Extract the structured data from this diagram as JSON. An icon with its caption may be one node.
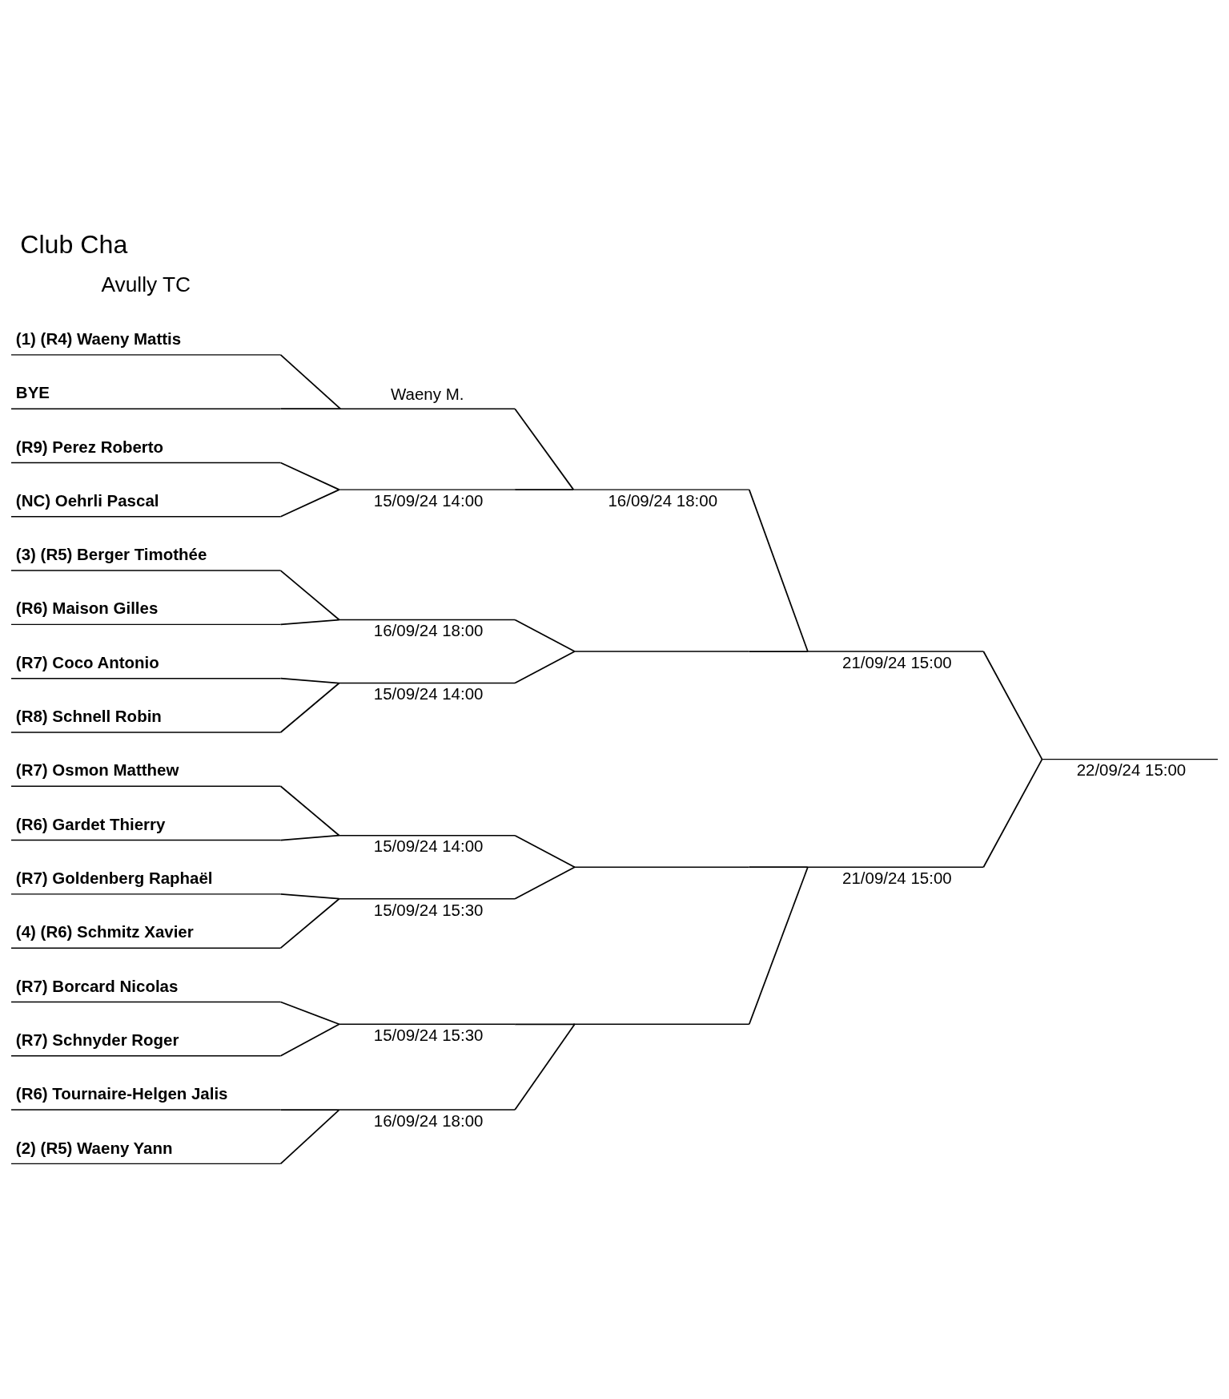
{
  "diagram": {
    "title": "Club Cha",
    "nodes": [
      {
        "text": [
          "(1) (R4) Waeny Mattis"
        ]
      },
      {
        "text": [
          "BYE"
        ]
      },
      {
        "text": [
          "(R9) Perez Roberto"
        ]
      },
      {
        "text": [
          "(NC) Oehrli Pascal"
        ]
      },
      {
        "text": [
          "(3) (R5) Berger Timothée"
        ]
      },
      {
        "text": [
          "(R6) Maison Gilles"
        ]
      },
      {
        "text": [
          "(R7) Coco Antonio"
        ]
      },
      {
        "text": [
          "(R8) Schnell Robin"
        ]
      },
      {
        "text": [
          "(R7) Osmon Matthew"
        ]
      },
      {
        "text": [
          "(R6) Gardet Thierry"
        ]
      },
      {
        "text": [
          "(R7) Goldenberg Raphaël"
        ]
      },
      {
        "text": [
          "(4) (R6) Schmitz Xavier"
        ]
      },
      {
        "text": [
          "(R7) Borcard Nicolas"
        ]
      },
      {
        "text": [
          "(R7) Schnyder Roger"
        ]
      },
      {
        "text": [
          "(R6) Tournaire-Helgen Jalis"
        ]
      },
      {
        "text": [
          "(2) (R5) Waeny Yann"
        ]
      },
      {
        "text": [
          "Waeny M."
        ]
      },
      {
        "text": [
          "15/09/24 14:00"
        ]
      },
      {
        "text": [
          "16/09/24 18:00"
        ]
      },
      {
        "text": [
          "15/09/24 14:00"
        ]
      },
      {
        "text": [
          "15/09/24 14:00"
        ]
      },
      {
        "text": [
          "15/09/24 15:30"
        ]
      },
      {
        "text": [
          "15/09/24 15:30"
        ]
      },
      {
        "text": [
          "16/09/24 18:00"
        ]
      },
      {
        "text": [
          "16/09/24 18:00"
        ]
      },
      {
        "text": [],
        "shape": "line"
      },
      {
        "text": [],
        "shape": "line"
      },
      {
        "text": [],
        "shape": "line"
      },
      {
        "text": [
          "21/09/24 15:00"
        ]
      },
      {
        "text": [
          "21/09/24 15:00"
        ]
      },
      {
        "text": [
          "22/09/24 15:00"
        ]
      }
    ],
    "edges": [
      {
        "from": 0,
        "to": 16,
        "arrow": "none"
      },
      {
        "from": 1,
        "to": 16,
        "arrow": "none"
      },
      {
        "from": 2,
        "to": 17,
        "arrow": "none"
      },
      {
        "from": 3,
        "to": 17,
        "arrow": "none"
      },
      {
        "from": 4,
        "to": 18,
        "arrow": "none"
      },
      {
        "from": 5,
        "to": 18,
        "arrow": "none"
      },
      {
        "from": 6,
        "to": 19,
        "arrow": "none"
      },
      {
        "from": 7,
        "to": 19,
        "arrow": "none"
      },
      {
        "from": 8,
        "to": 20,
        "arrow": "none"
      },
      {
        "from": 9,
        "to": 20,
        "arrow": "none"
      },
      {
        "from": 10,
        "to": 21,
        "arrow": "none"
      },
      {
        "from": 11,
        "to": 21,
        "arrow": "none"
      },
      {
        "from": 12,
        "to": 22,
        "arrow": "none"
      },
      {
        "from": 13,
        "to": 22,
        "arrow": "none"
      },
      {
        "from": 14,
        "to": 23,
        "arrow": "none"
      },
      {
        "from": 15,
        "to": 23,
        "arrow": "none"
      },
      {
        "from": 16,
        "to": 24,
        "arrow": "none"
      },
      {
        "from": 17,
        "to": 24,
        "arrow": "none"
      },
      {
        "from": 18,
        "to": 25,
        "arrow": "none"
      },
      {
        "from": 19,
        "to": 25,
        "arrow": "none"
      },
      {
        "from": 20,
        "to": 26,
        "arrow": "none"
      },
      {
        "from": 21,
        "to": 26,
        "arrow": "none"
      },
      {
        "from": 22,
        "to": 27,
        "arrow": "none"
      },
      {
        "from": 23,
        "to": 27,
        "arrow": "none"
      },
      {
        "from": 24,
        "to": 28,
        "arrow": "none"
      },
      {
        "from": 25,
        "to": 28,
        "arrow": "none"
      },
      {
        "from": 26,
        "to": 29,
        "arrow": "none"
      },
      {
        "from": 27,
        "to": 29,
        "arrow": "none"
      },
      {
        "from": 28,
        "to": 30,
        "arrow": "none"
      },
      {
        "from": 29,
        "to": 30,
        "arrow": "none"
      }
    ],
    "labels": [
      "Avully TC"
    ]
  }
}
